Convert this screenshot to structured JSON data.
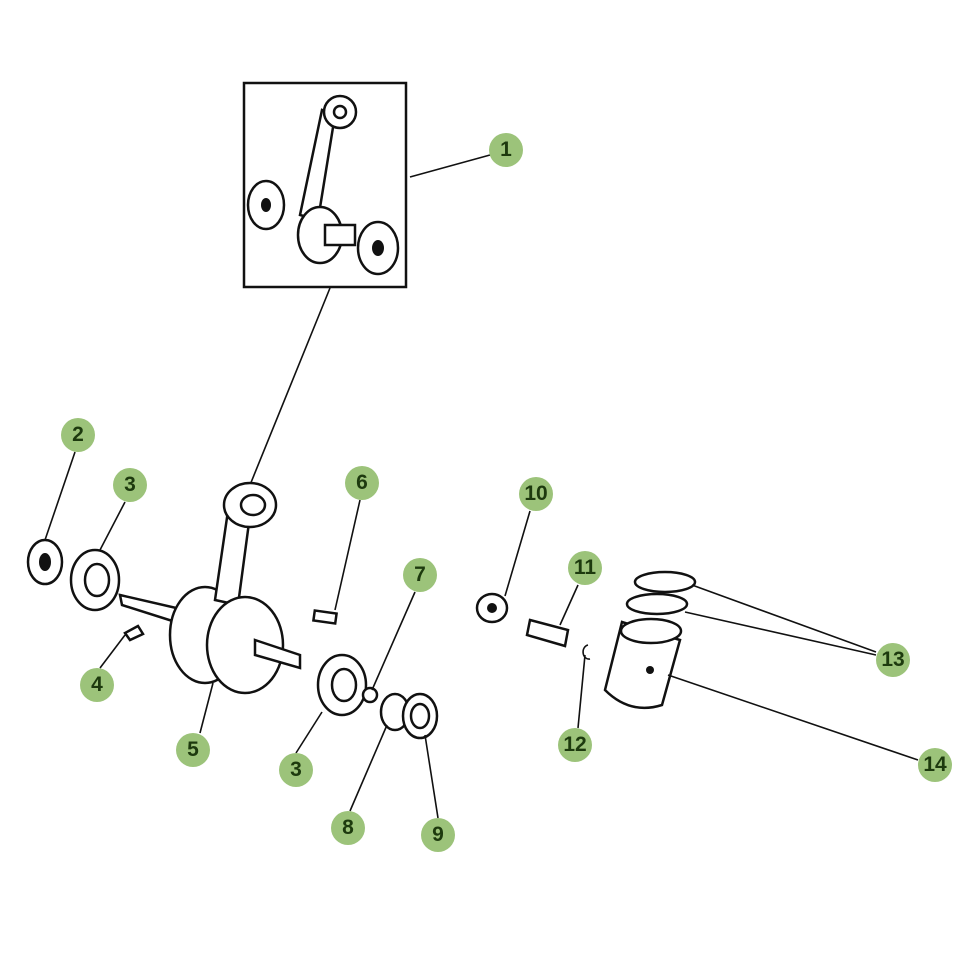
{
  "callouts": [
    {
      "label": "1",
      "part": "connecting-rod-kit"
    },
    {
      "label": "2",
      "part": "oil-seal"
    },
    {
      "label": "3",
      "part": "bearing-left"
    },
    {
      "label": "4",
      "part": "key"
    },
    {
      "label": "5",
      "part": "crankshaft"
    },
    {
      "label": "6",
      "part": "key"
    },
    {
      "label": "7",
      "part": "ring"
    },
    {
      "label": "3",
      "part": "bearing-right"
    },
    {
      "label": "8",
      "part": "bushing"
    },
    {
      "label": "9",
      "part": "oil-seal-right"
    },
    {
      "label": "10",
      "part": "needle-bearing"
    },
    {
      "label": "11",
      "part": "piston-pin"
    },
    {
      "label": "12",
      "part": "circlip"
    },
    {
      "label": "13",
      "part": "piston-rings"
    },
    {
      "label": "14",
      "part": "piston"
    }
  ],
  "colors": {
    "badge": "#9cc37a",
    "badge_text": "#1d3a0e"
  }
}
